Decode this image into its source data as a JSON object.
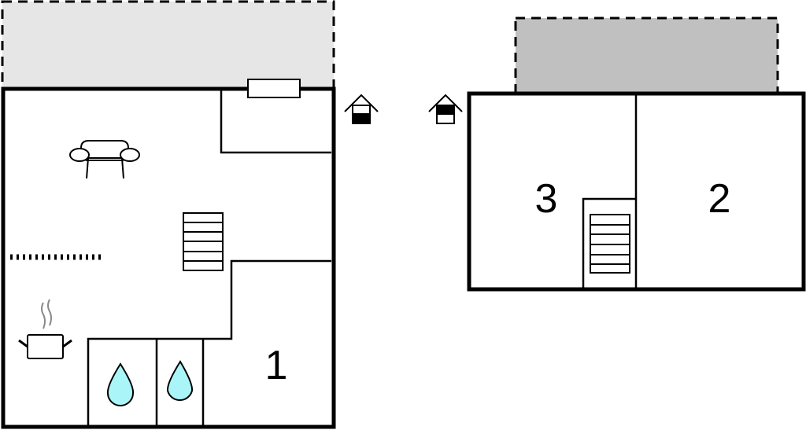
{
  "plan": {
    "type": "floor-plan",
    "floors": [
      {
        "name": "ground-floor",
        "rooms": [
          {
            "label": "1"
          }
        ],
        "symbols": [
          "armchair-icon",
          "stairs-icon",
          "kitchen-pot-icon",
          "water-drop-icon",
          "water-drop-icon",
          "counter-dotted-line",
          "window-icon"
        ],
        "terrace_color": "#e6e6e6"
      },
      {
        "name": "upper-floor",
        "rooms": [
          {
            "label": "3"
          },
          {
            "label": "2"
          }
        ],
        "symbols": [
          "stairs-icon"
        ],
        "terrace_color": "#c0c0c0"
      }
    ],
    "floor_indicators": [
      "ground-floor-indicator-icon",
      "upper-floor-indicator-icon"
    ],
    "colors": {
      "wall": "#000000",
      "water": "#aaf5f8",
      "steam": "#888888",
      "terrace_light": "#e6e6e6",
      "terrace_dark": "#c0c0c0"
    }
  }
}
